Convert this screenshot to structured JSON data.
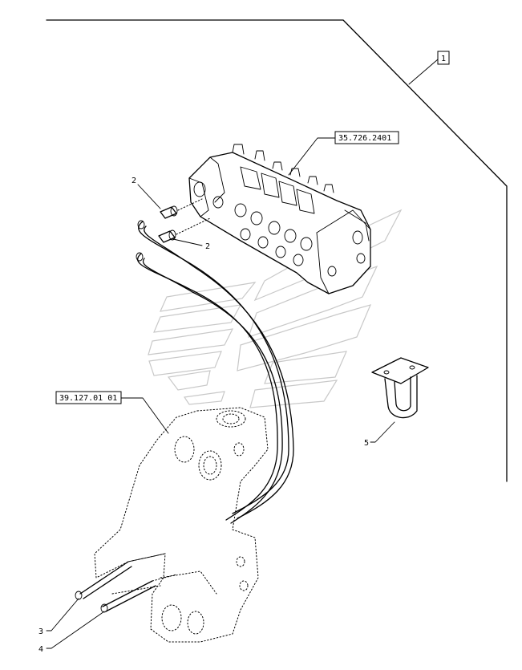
{
  "diagram": {
    "refs": {
      "group_ref": "1",
      "fitting_upper_ref": "2",
      "fitting_lower_ref": "2",
      "hose_left_ref": "3",
      "hose_right_ref": "4",
      "bracket_ref": "5"
    },
    "boxed_refs": {
      "valve_section": "35.726.2401",
      "frame_section": "39.127.01 01"
    },
    "colors": {
      "ink": "#000000",
      "watermark": "#c8c8c8"
    }
  }
}
